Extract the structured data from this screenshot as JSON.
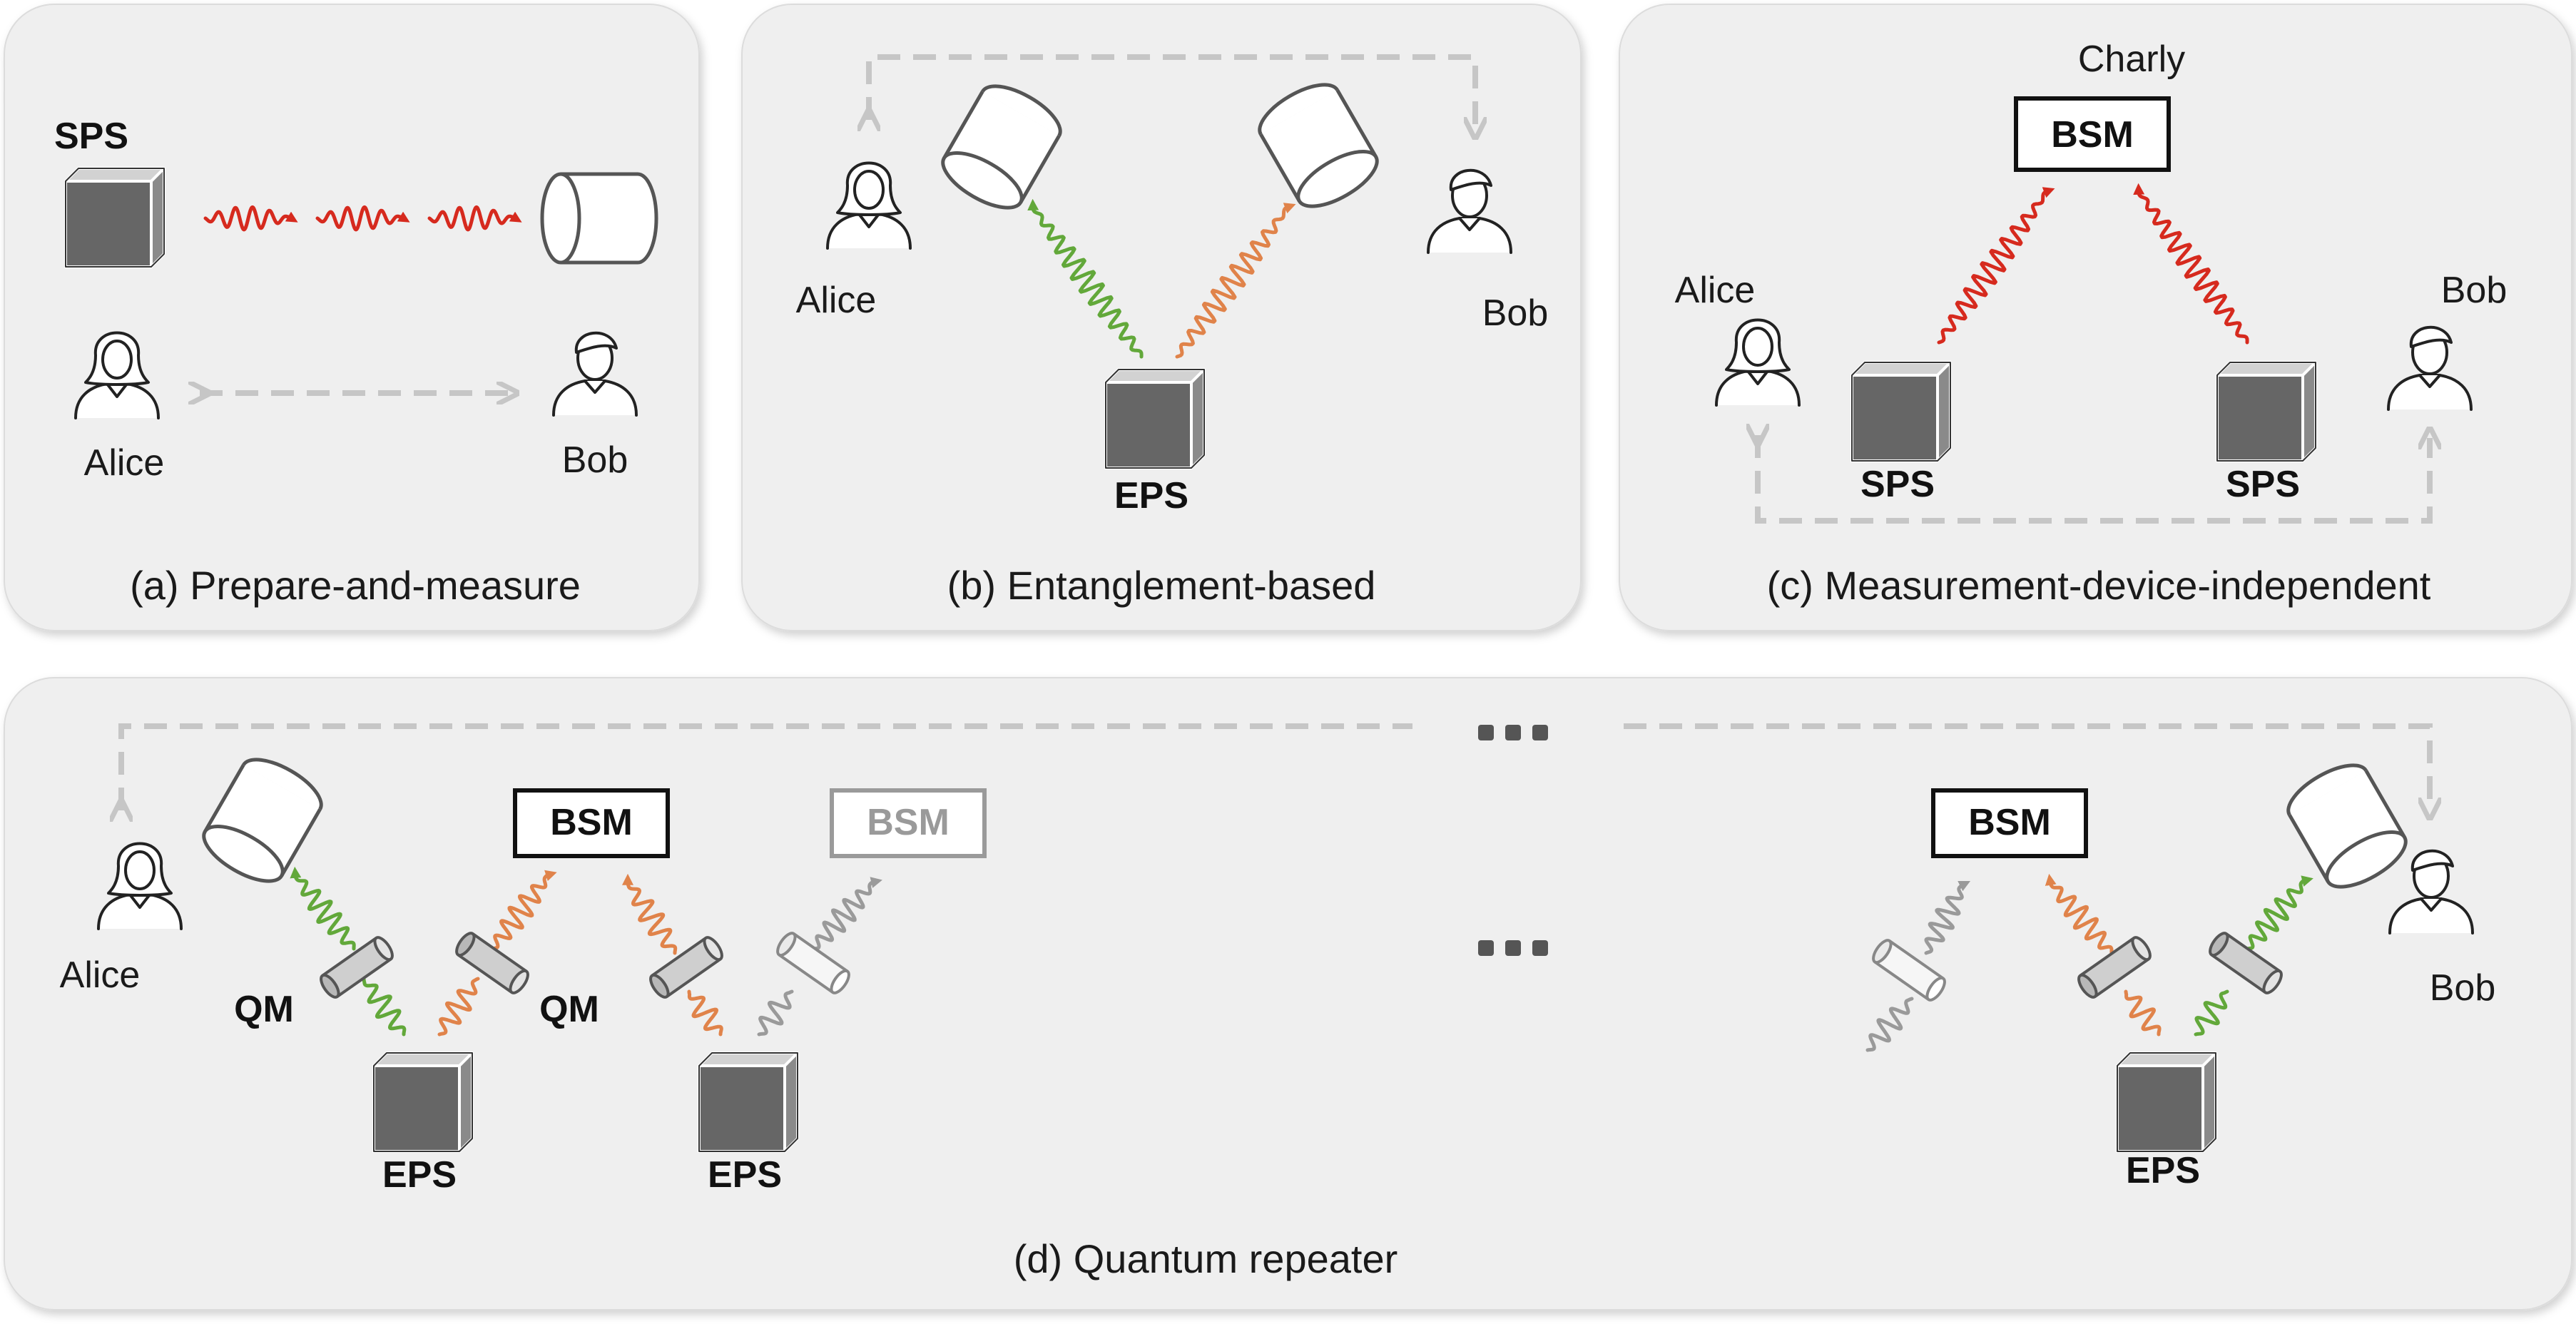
{
  "panels": {
    "a": {
      "caption": "(a) Prepare-and-measure",
      "source": "SPS",
      "alice": "Alice",
      "bob": "Bob"
    },
    "b": {
      "caption": "(b) Entanglement-based",
      "source": "EPS",
      "alice": "Alice",
      "bob": "Bob"
    },
    "c": {
      "caption": "(c) Measurement-device-independent",
      "relay": "Charly",
      "bsm": "BSM",
      "source_left": "SPS",
      "source_right": "SPS",
      "alice": "Alice",
      "bob": "Bob"
    },
    "d": {
      "caption": "(d) Quantum repeater",
      "alice": "Alice",
      "bob": "Bob",
      "qm_left": "QM",
      "qm_right": "QM",
      "eps_1": "EPS",
      "eps_2": "EPS",
      "eps_3": "EPS",
      "bsm_1": "BSM",
      "bsm_2": "BSM",
      "bsm_3": "BSM"
    }
  },
  "colors": {
    "panel_bg": "#efefef",
    "red_photon": "#d62a1e",
    "green_photon": "#62a83a",
    "orange_photon": "#e0834a",
    "gray_photon": "#9a9a9a",
    "classical_channel": "#c6c6c6",
    "source_box": "#666666"
  },
  "icons": [
    "alice-icon",
    "bob-icon",
    "source-box-icon",
    "detector-icon",
    "quantum-memory-icon",
    "ellipsis-icon"
  ]
}
